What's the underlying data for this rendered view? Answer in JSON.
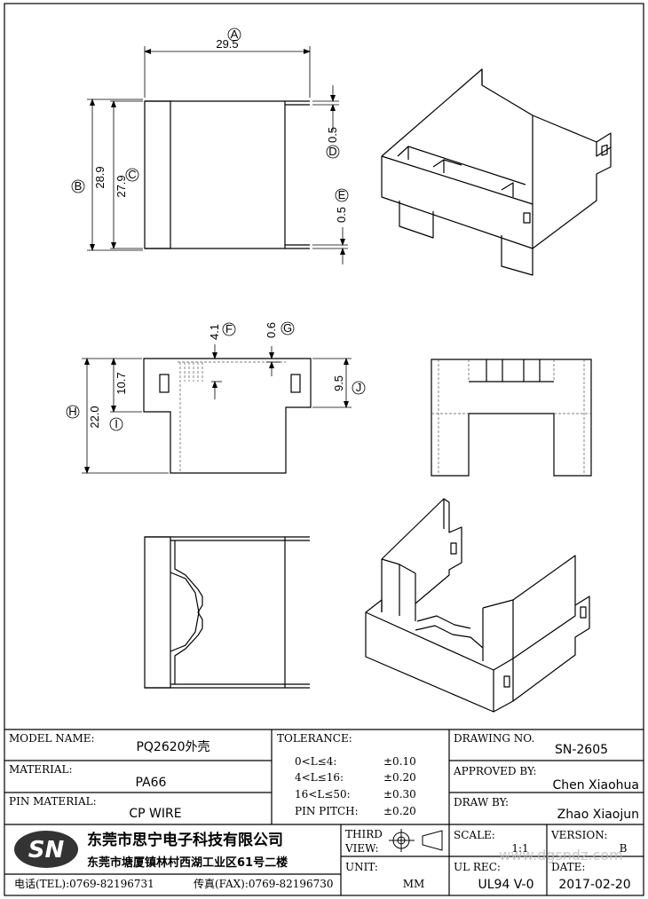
{
  "dimensions": {
    "A": {
      "letter": "A",
      "value": "29.5"
    },
    "B": {
      "letter": "B",
      "value": "28.9"
    },
    "C": {
      "letter": "C",
      "value": "27.9"
    },
    "D": {
      "letter": "D",
      "value": "0.5"
    },
    "E": {
      "letter": "E",
      "value": "0.5"
    },
    "F": {
      "letter": "F",
      "value": "4.1"
    },
    "G": {
      "letter": "G",
      "value": "0.6"
    },
    "H": {
      "letter": "H",
      "value": "22.0"
    },
    "I": {
      "letter": "I",
      "value": "10.7"
    },
    "J": {
      "letter": "J",
      "value": "9.5"
    }
  },
  "title_block": {
    "model_name_label": "MODEL NAME:",
    "model_name": "PQ2620外壳",
    "material_label": "MATERIAL:",
    "material": "PA66",
    "pin_material_label": "PIN MATERIAL:",
    "pin_material": "CP WIRE",
    "tolerance_label": "TOLERANCE:",
    "tolerances": [
      {
        "range": "0<L≤4:",
        "value": "±0.10"
      },
      {
        "range": "4<L≤16:",
        "value": "±0.20"
      },
      {
        "range": "16<L≤50:",
        "value": "±0.30"
      },
      {
        "range": "PIN PITCH:",
        "value": "±0.20"
      }
    ],
    "drawing_no_label": "DRAWING NO.",
    "drawing_no": "SN-2605",
    "approved_by_label": "APPROVED BY:",
    "approved_by": "Chen Xiaohua",
    "draw_by_label": "DRAW BY:",
    "draw_by": "Zhao Xiaojun",
    "third_view_label_1": "THIRD",
    "third_view_label_2": "VIEW:",
    "unit_label": "UNIT:",
    "unit": "MM",
    "scale_label": "SCALE:",
    "scale": "1:1",
    "version_label": "VERSION:",
    "version": "B",
    "ul_rec_label": "UL REC:",
    "ul_rec": "UL94 V-0",
    "date_label": "DATE:",
    "date": "2017-02-20",
    "logo": "SN",
    "company_name": "东莞市思宁电子科技有限公司",
    "company_address": "东莞市塘厦镇林村西湖工业区61号二楼",
    "tel": "电话(TEL):0769-82196731",
    "fax": "传真(FAX):0769-82196730",
    "watermark": "www.dgsndz.com"
  }
}
